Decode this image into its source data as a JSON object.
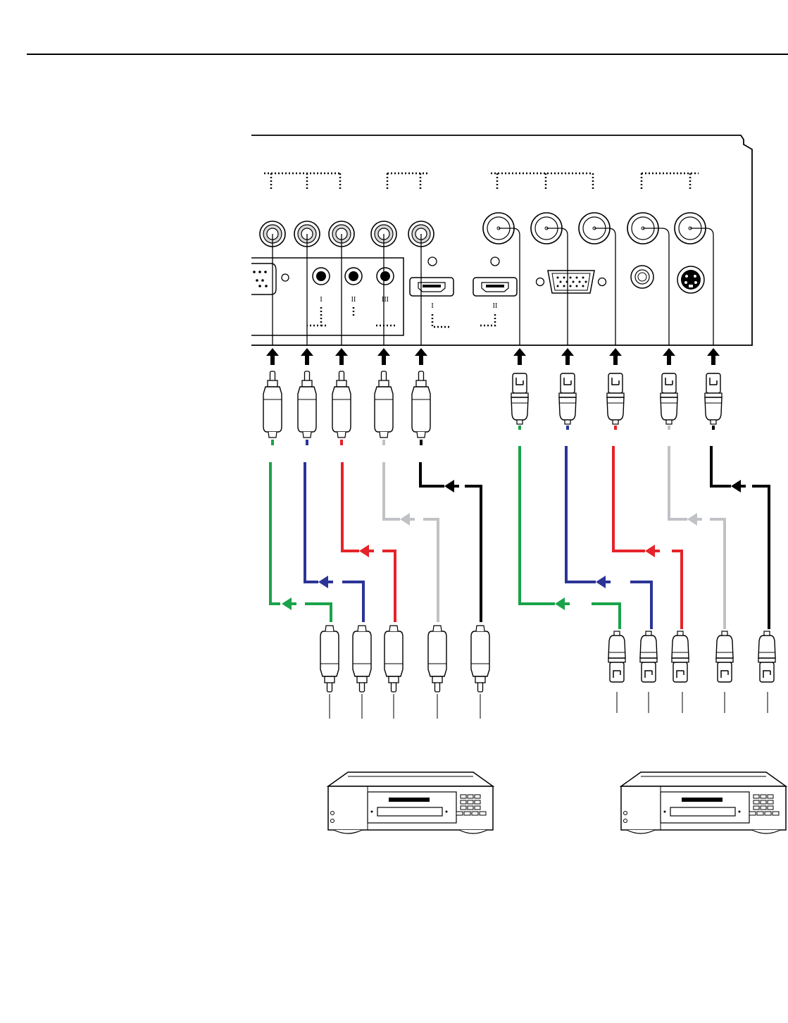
{
  "colors": {
    "background": "#ffffff",
    "outline": "#000000",
    "green_cable": "#1aa34a",
    "blue_cable": "#2b3496",
    "red_cable": "#e52329",
    "gray_cable": "#c0c2c6",
    "black_cable": "#000000",
    "plug_fill": "#ffffff",
    "jack_ring": "#d6d6d6"
  },
  "panel": {
    "hdmi_ports": [
      {
        "roman_label": "I"
      },
      {
        "roman_label": "II"
      }
    ],
    "small_jack_labels": [
      "I",
      "II",
      "III"
    ]
  },
  "cable_sets": [
    {
      "name": "rca-set",
      "connector": "RCA",
      "cables": [
        "green",
        "blue",
        "red",
        "gray",
        "black"
      ]
    },
    {
      "name": "bnc-set",
      "connector": "BNC",
      "cables": [
        "green",
        "blue",
        "red",
        "gray",
        "black"
      ]
    }
  ],
  "source_devices": [
    {
      "name": "source-device-left",
      "icon": "video-player-icon"
    },
    {
      "name": "source-device-right",
      "icon": "video-player-icon"
    }
  ],
  "icons": [
    "rca-plug-icon",
    "bnc-plug-icon",
    "hdmi-port-icon",
    "vga-port-icon",
    "svideo-port-icon",
    "arrow-icon",
    "video-player-icon"
  ]
}
